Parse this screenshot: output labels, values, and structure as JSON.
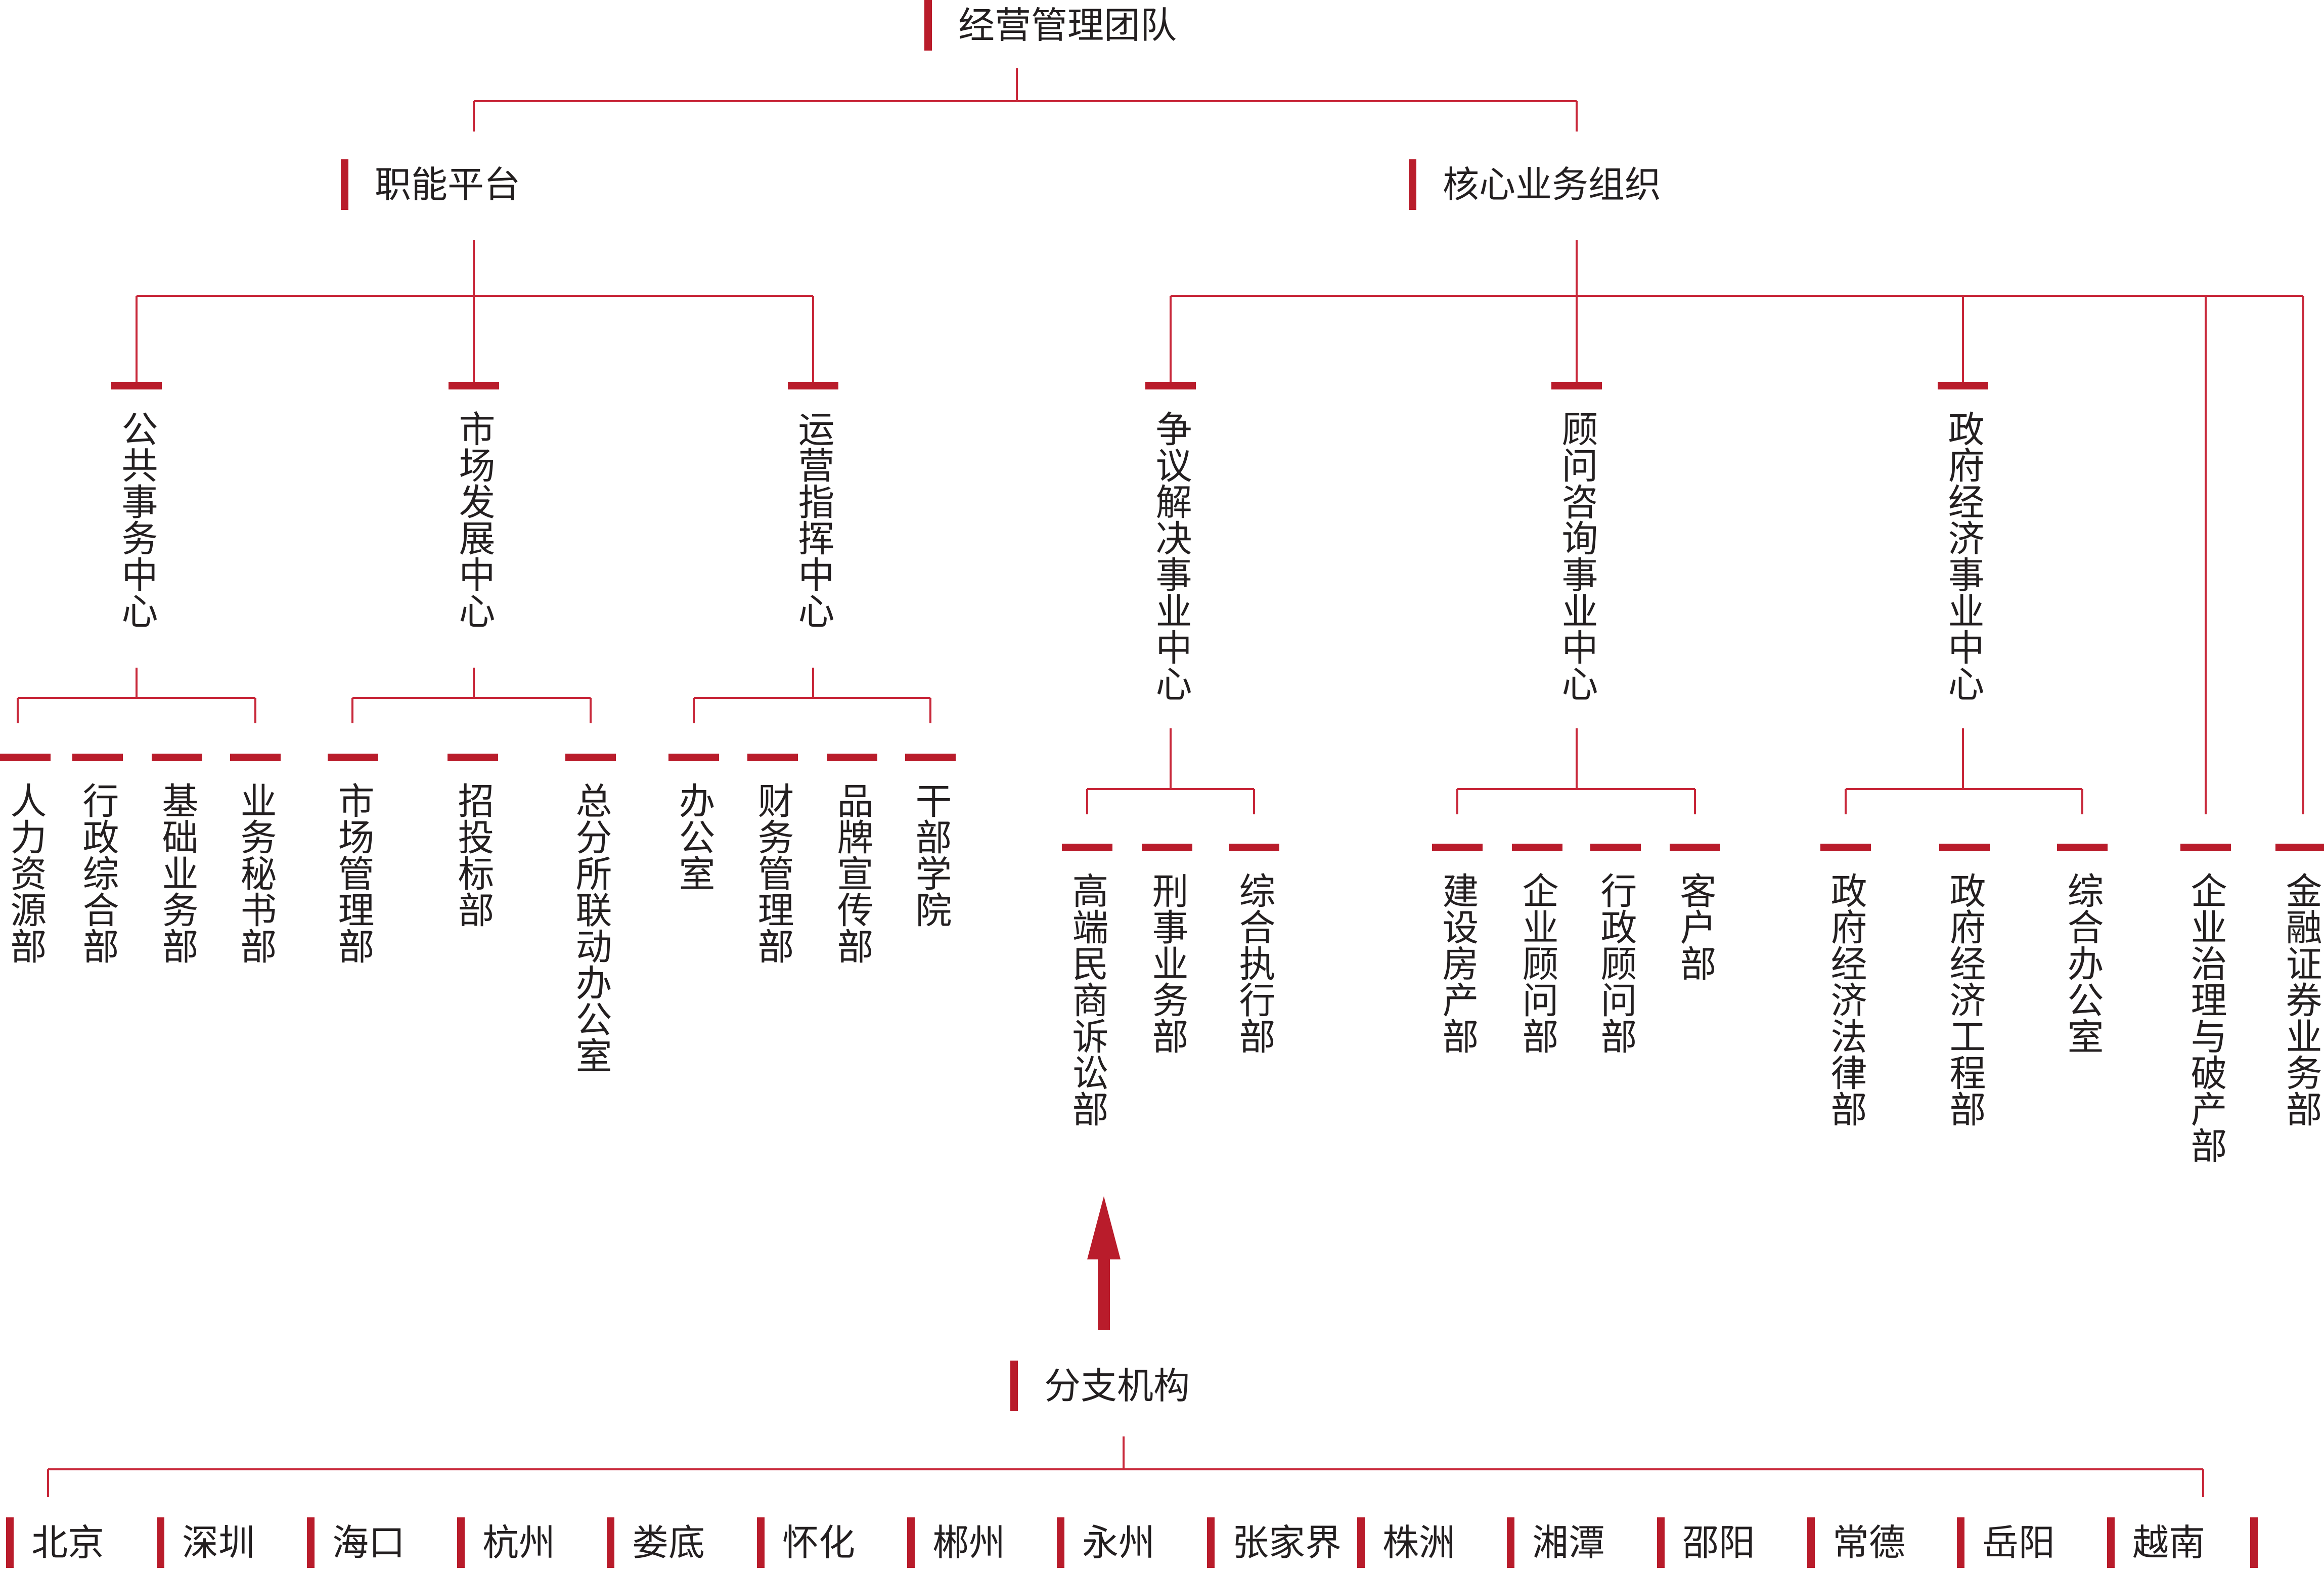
{
  "top": "经营管理团队",
  "level1": {
    "functional": "职能平台",
    "core": "核心业务组织"
  },
  "centers": {
    "public_affairs": "公共事务中心",
    "market_dev": "市场发展中心",
    "operations": "运营指挥中心",
    "dispute": "争议解决事业中心",
    "advisory": "顾问咨询事业中心",
    "gov_econ": "政府经济事业中心"
  },
  "departments": {
    "public_affairs": [
      "人力资源部",
      "行政综合部",
      "基础业务部",
      "业务秘书部"
    ],
    "market_dev": [
      "市场管理部",
      "招投标部",
      "总分所联动办公室"
    ],
    "operations": [
      "办公室",
      "财务管理部",
      "品牌宣传部",
      "干部学院"
    ],
    "dispute": [
      "高端民商诉讼部",
      "刑事业务部",
      "综合执行部"
    ],
    "advisory": [
      "建设房产部",
      "企业顾问部",
      "行政顾问部",
      "客户部"
    ],
    "gov_econ": [
      "政府经济法律部",
      "政府经济工程部",
      "综合办公室"
    ],
    "direct": [
      "企业治理与破产部",
      "金融证券业务部"
    ]
  },
  "branches": {
    "title": "分支机构",
    "cities": [
      "北京",
      "深圳",
      "海口",
      "杭州",
      "娄底",
      "怀化",
      "郴州",
      "永州",
      "张家界",
      "株洲",
      "湘潭",
      "邵阳",
      "常德",
      "岳阳",
      "越南"
    ]
  },
  "colors": {
    "accent": "#b91c2b",
    "line": "#c8283a",
    "text": "#231f20"
  },
  "icons": {
    "arrow": "up-arrow-icon"
  }
}
